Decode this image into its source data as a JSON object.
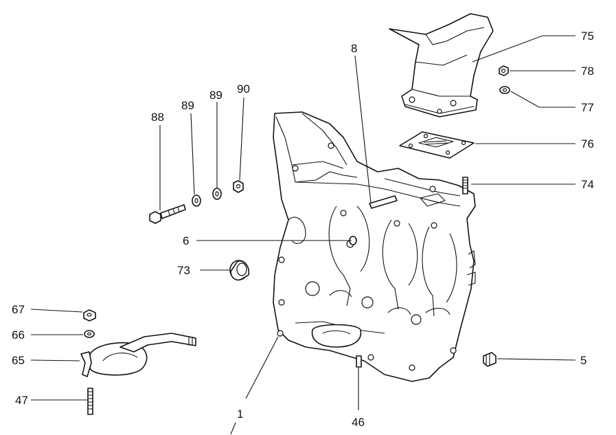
{
  "diagram": {
    "callouts": [
      {
        "id": "88",
        "label": "88"
      },
      {
        "id": "89a",
        "label": "89"
      },
      {
        "id": "89b",
        "label": "89"
      },
      {
        "id": "90",
        "label": "90"
      },
      {
        "id": "8",
        "label": "8"
      },
      {
        "id": "75",
        "label": "75"
      },
      {
        "id": "78",
        "label": "78"
      },
      {
        "id": "77",
        "label": "77"
      },
      {
        "id": "76",
        "label": "76"
      },
      {
        "id": "74",
        "label": "74"
      },
      {
        "id": "6",
        "label": "6"
      },
      {
        "id": "73",
        "label": "73"
      },
      {
        "id": "67",
        "label": "67"
      },
      {
        "id": "66",
        "label": "66"
      },
      {
        "id": "65",
        "label": "65"
      },
      {
        "id": "47",
        "label": "47"
      },
      {
        "id": "5",
        "label": "5"
      },
      {
        "id": "1",
        "label": "1"
      },
      {
        "id": "46",
        "label": "46"
      }
    ]
  }
}
